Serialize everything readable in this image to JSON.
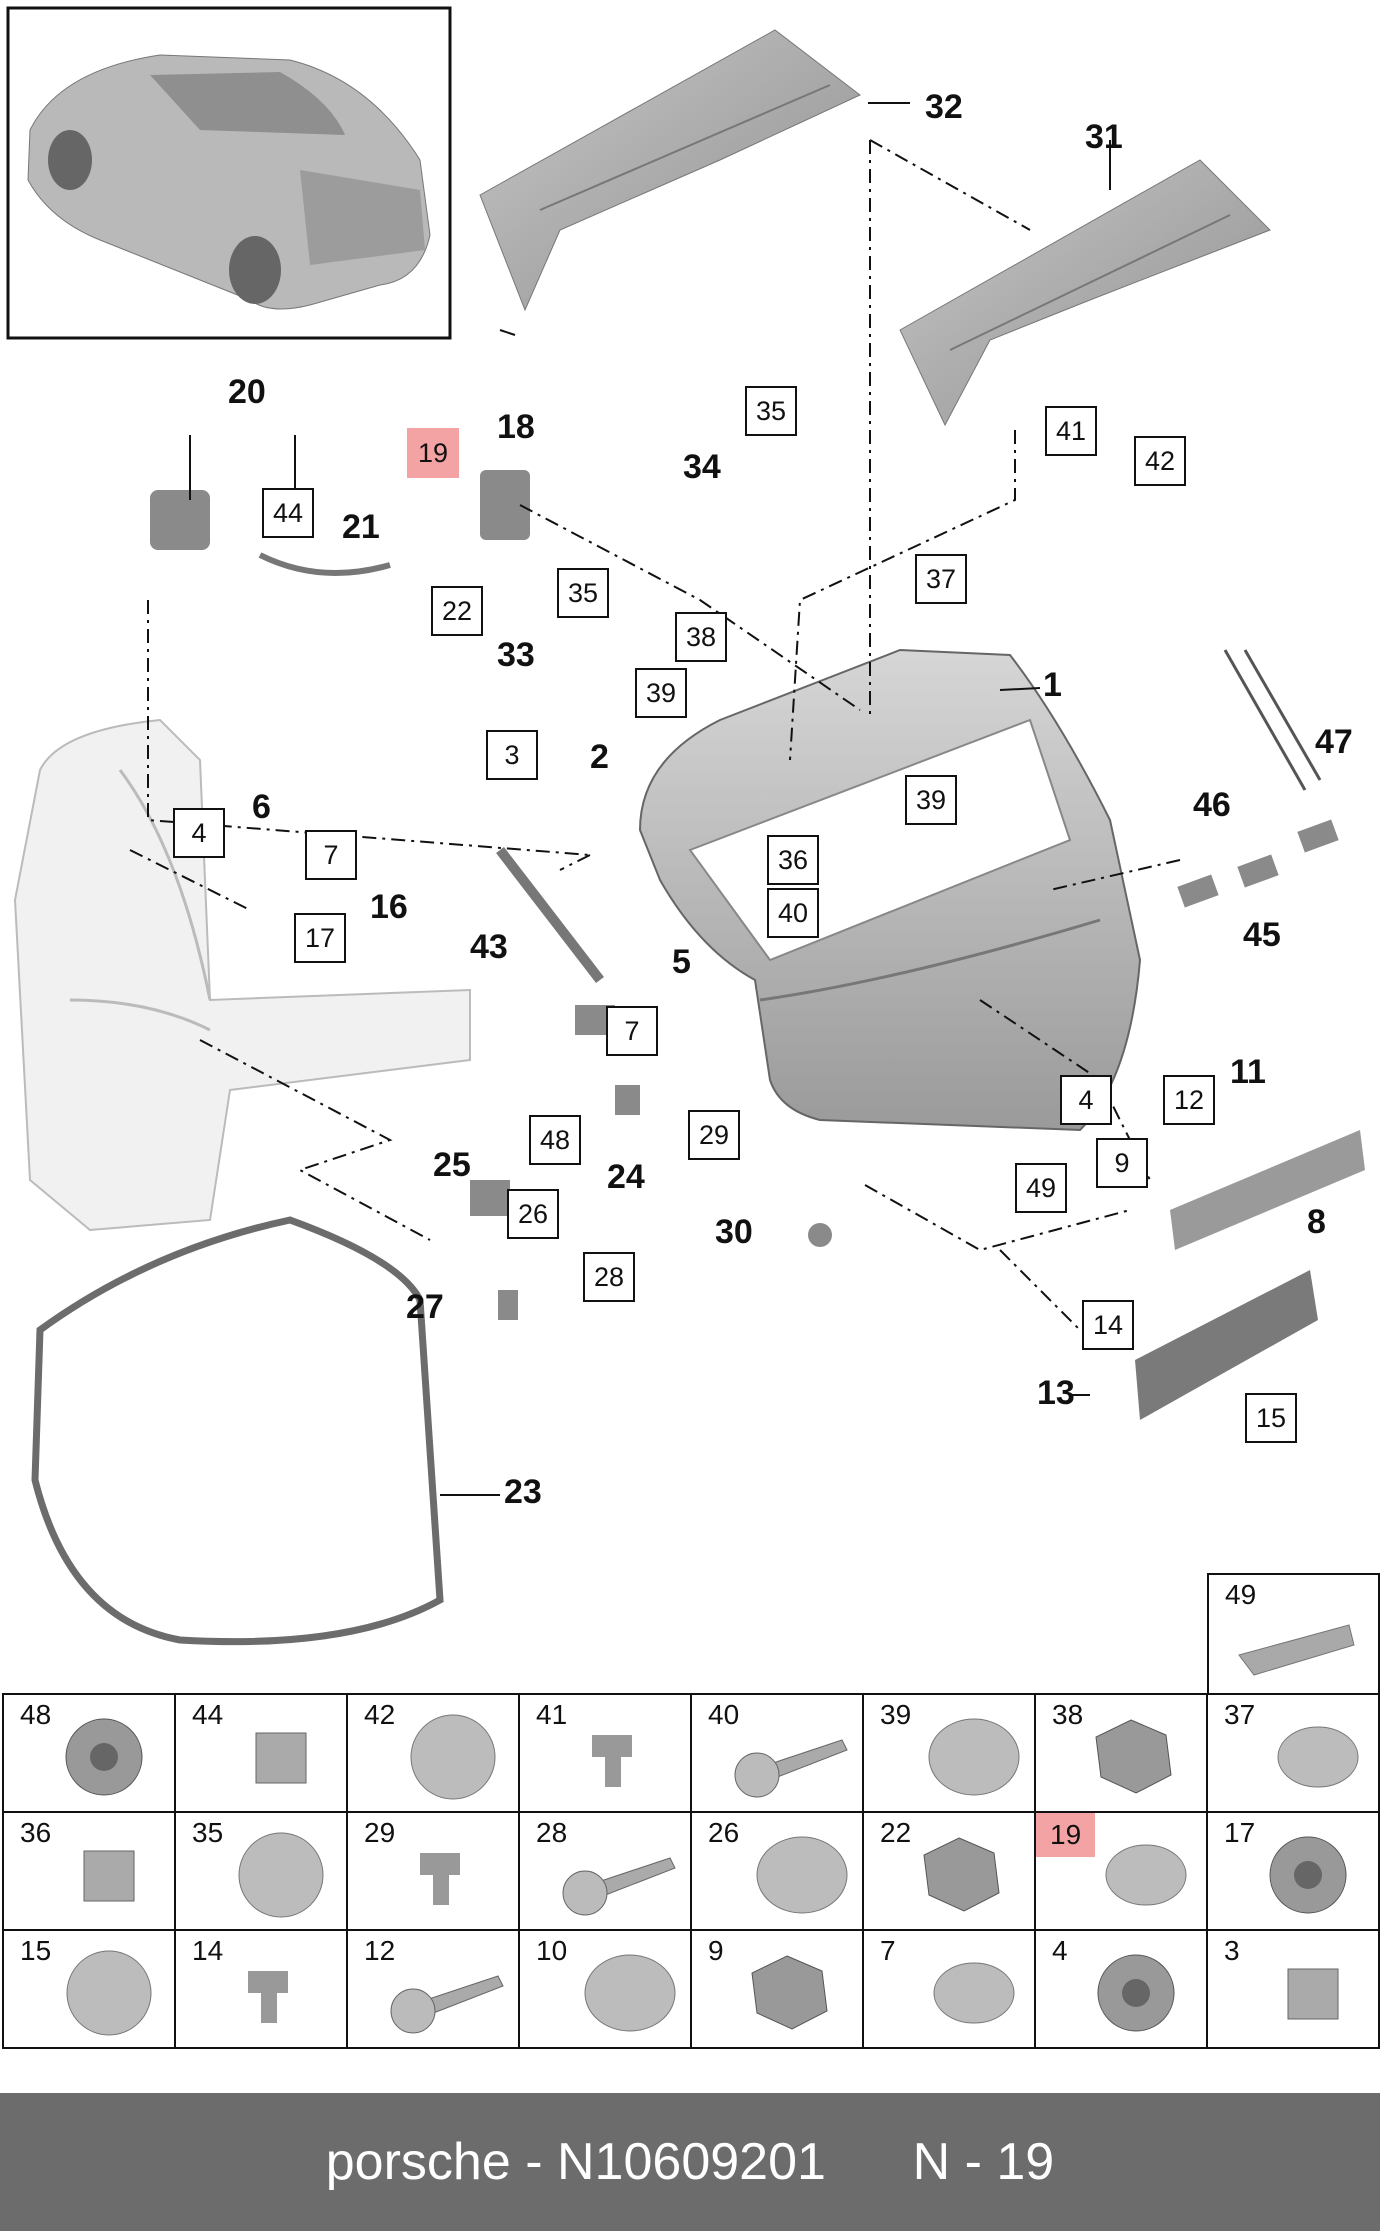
{
  "callouts": [
    "32",
    "31",
    "20",
    "18",
    "34",
    "33",
    "21",
    "1",
    "2",
    "6",
    "16",
    "43",
    "5",
    "46",
    "47",
    "45",
    "11",
    "8",
    "25",
    "24",
    "30",
    "27",
    "23",
    "13"
  ],
  "boxed_labels": [
    "19",
    "44",
    "22",
    "35",
    "35",
    "37",
    "38",
    "39",
    "39",
    "41",
    "42",
    "3",
    "4",
    "7",
    "17",
    "36",
    "40",
    "7",
    "48",
    "26",
    "28",
    "29",
    "12",
    "4",
    "9",
    "49",
    "14",
    "15"
  ],
  "highlight_label": "19",
  "parts_table": {
    "top_cell": "49",
    "row1": [
      "48",
      "44",
      "42",
      "41",
      "40",
      "39",
      "38",
      "37"
    ],
    "row2": [
      "36",
      "35",
      "29",
      "28",
      "26",
      "22",
      "19",
      "17"
    ],
    "row3": [
      "15",
      "14",
      "12",
      "10",
      "9",
      "7",
      "4",
      "3"
    ]
  },
  "footer": {
    "brand": "porsche",
    "separator": "-",
    "part_number": "N10609201",
    "ref": "N - 19"
  },
  "colors": {
    "highlight": "#f3a3a3",
    "footer_bg": "#6c6c6c"
  }
}
